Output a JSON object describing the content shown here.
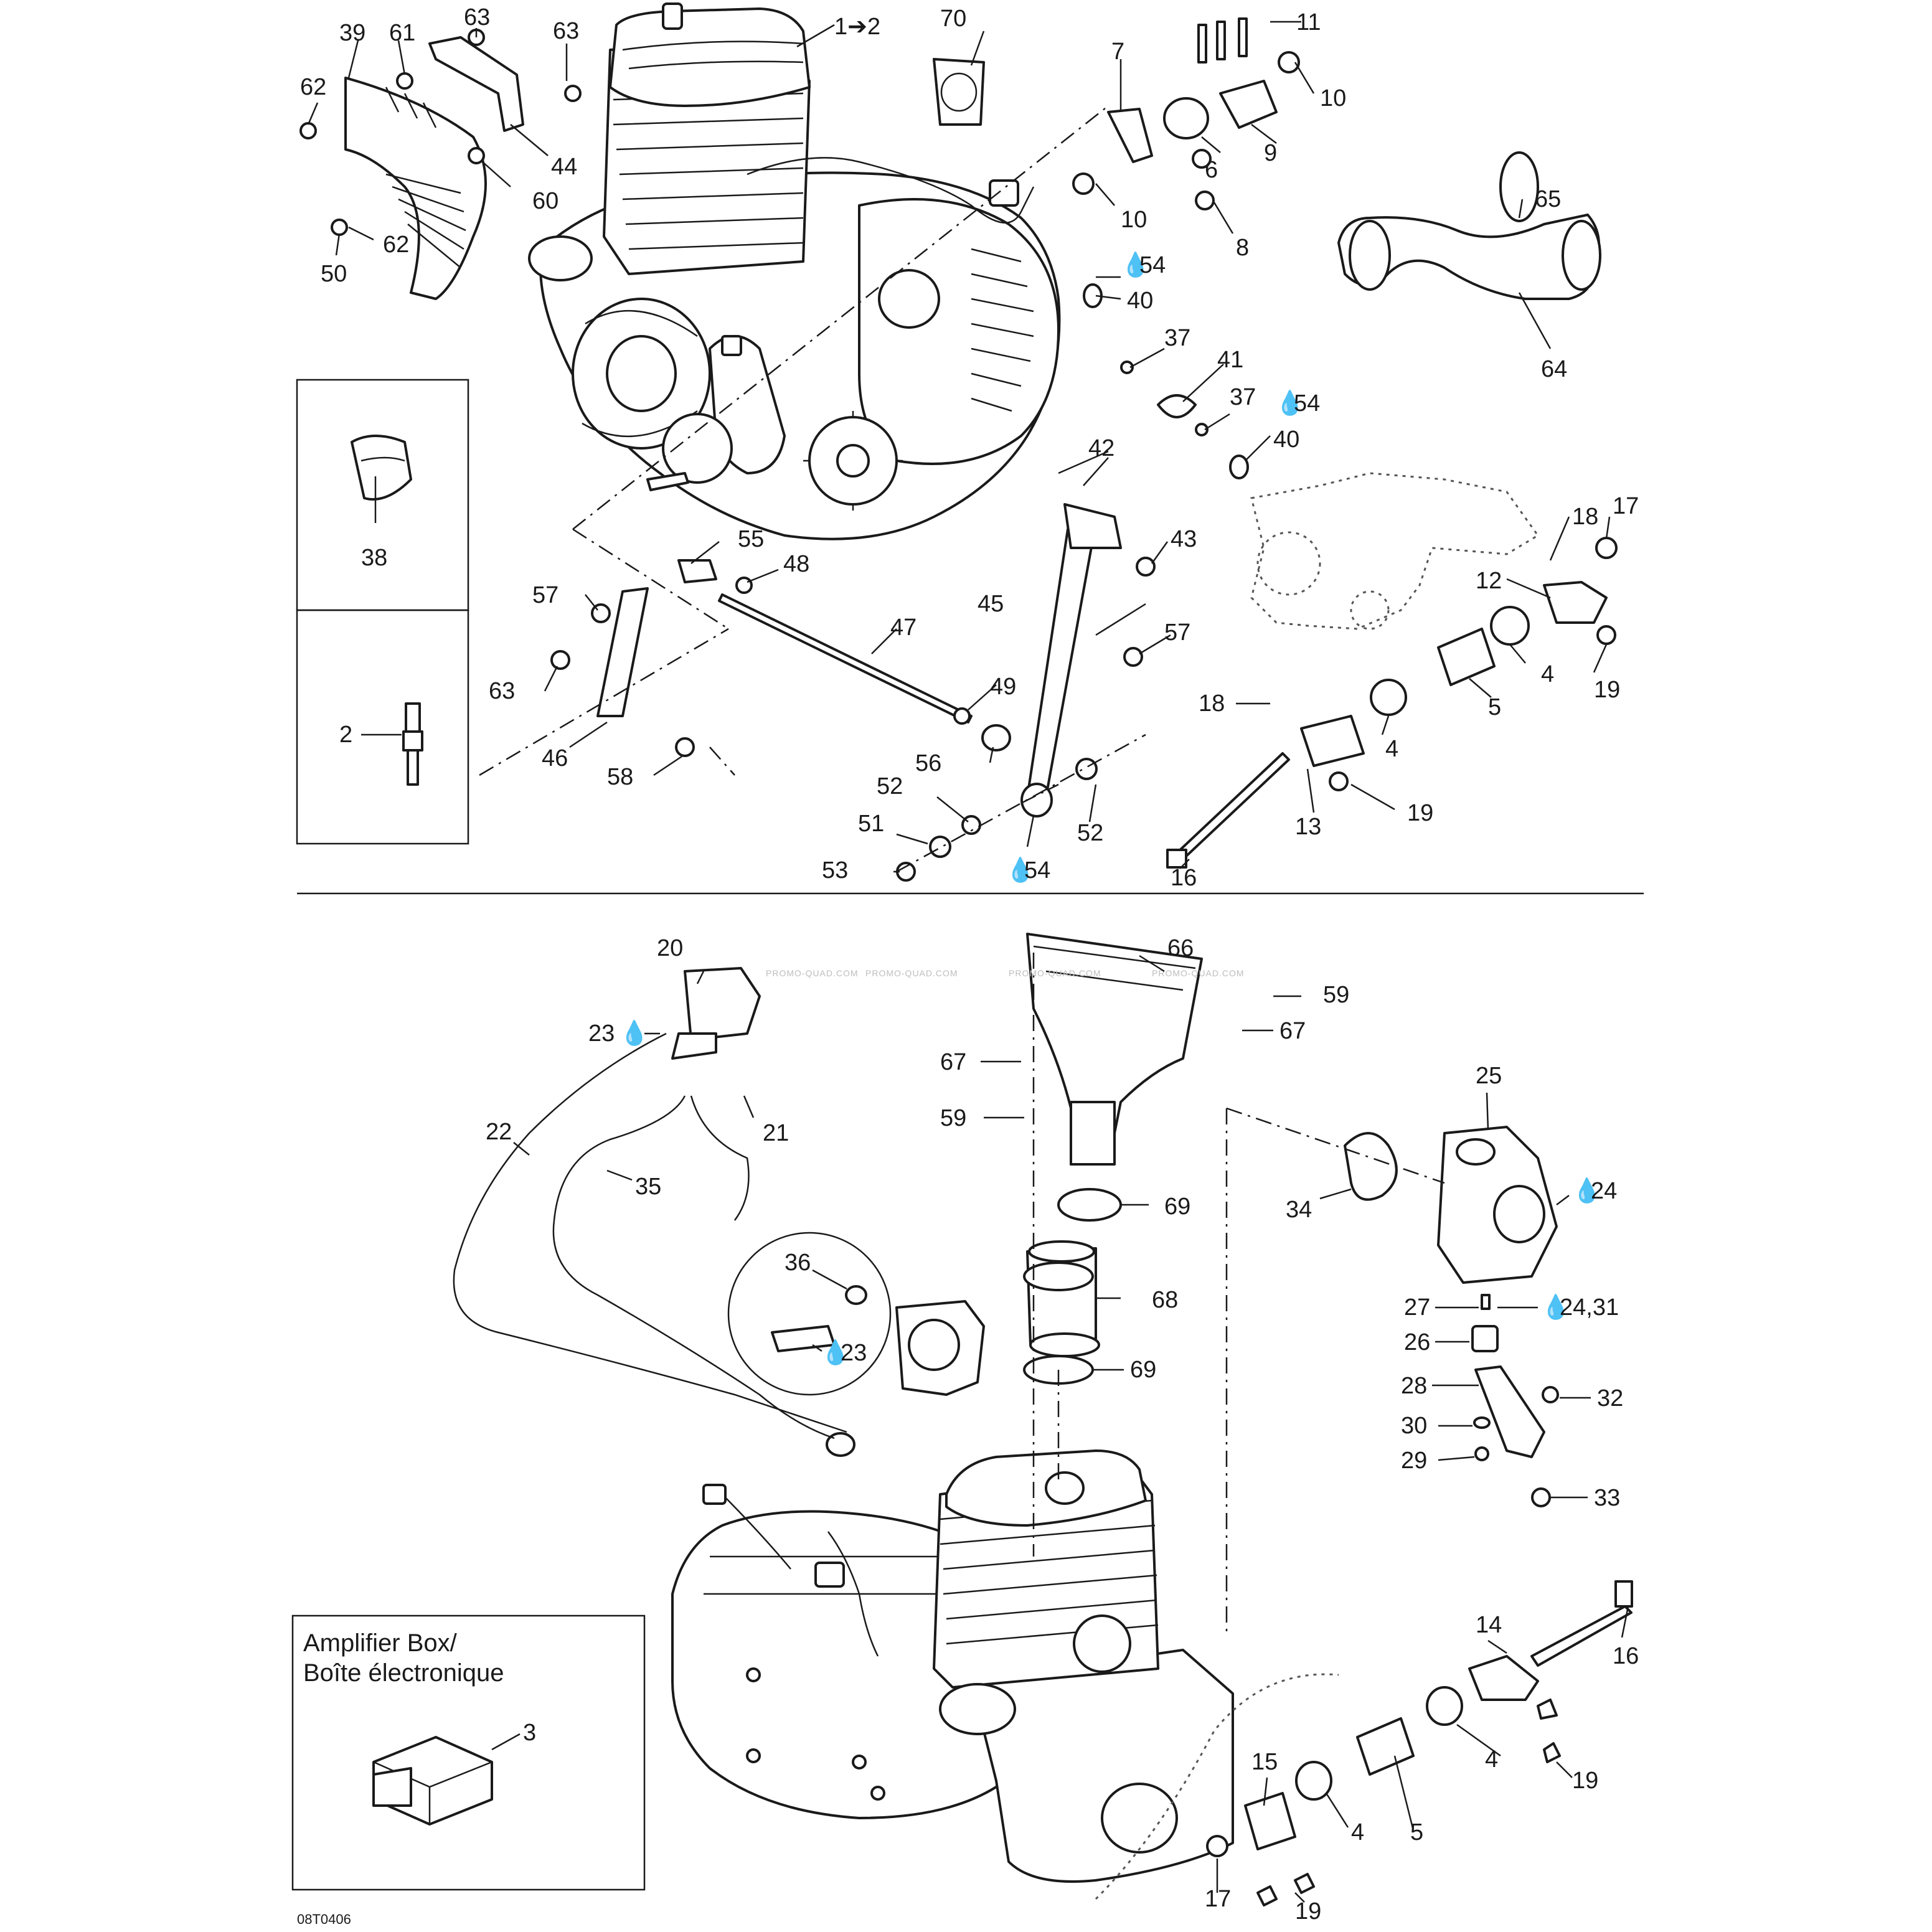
{
  "diagram": {
    "drawing_code": "08T0406",
    "watermark": "PROMO-QUAD.COM",
    "amplifier_box": {
      "title_line1": "Amplifier Box/",
      "title_line2": "Boîte électronique"
    },
    "callouts": {
      "c1": "1➔2",
      "c70": "70",
      "c7": "7",
      "c11": "11",
      "c10a": "10",
      "c9": "9",
      "c6": "6",
      "c10b": "10",
      "c8": "8",
      "c39": "39",
      "c61": "61",
      "c63a": "63",
      "c63b": "63",
      "c62a": "62",
      "c44": "44",
      "c60": "60",
      "c62b": "62",
      "c50": "50",
      "c65": "65",
      "c64": "64",
      "c54a": "54",
      "c40a": "40",
      "c37a": "37",
      "c41": "41",
      "c37b": "37",
      "c54b": "54",
      "c40b": "40",
      "c42": "42",
      "c43": "43",
      "c45": "45",
      "c57a": "57",
      "c57b": "57",
      "c55": "55",
      "c48": "48",
      "c47": "47",
      "c49": "49",
      "c56": "56",
      "c63c": "63",
      "c46": "46",
      "c58": "58",
      "c52a": "52",
      "c52b": "52",
      "c51": "51",
      "c53": "53",
      "c54c": "54",
      "c38": "38",
      "c2": "2",
      "c18a": "18",
      "c17a": "17",
      "c12": "12",
      "c4a": "4",
      "c5a": "5",
      "c19a": "19",
      "c18b": "18",
      "c4b": "4",
      "c13": "13",
      "c19b": "19",
      "c16a": "16",
      "c20": "20",
      "c23a": "23",
      "c21": "21",
      "c22": "22",
      "c35": "35",
      "c36": "36",
      "c23b": "23",
      "c66": "66",
      "c59a": "59",
      "c67a": "67",
      "c67b": "67",
      "c59b": "59",
      "c69a": "69",
      "c68": "68",
      "c69b": "69",
      "c25": "25",
      "c34": "34",
      "c24": "24",
      "c27": "27",
      "c2431": "24,31",
      "c26": "26",
      "c28": "28",
      "c32": "32",
      "c30": "30",
      "c29": "29",
      "c33": "33",
      "c14": "14",
      "c16b": "16",
      "c4c": "4",
      "c19c": "19",
      "c15": "15",
      "c4d": "4",
      "c5b": "5",
      "c17b": "17",
      "c19d": "19",
      "c3": "3"
    }
  }
}
